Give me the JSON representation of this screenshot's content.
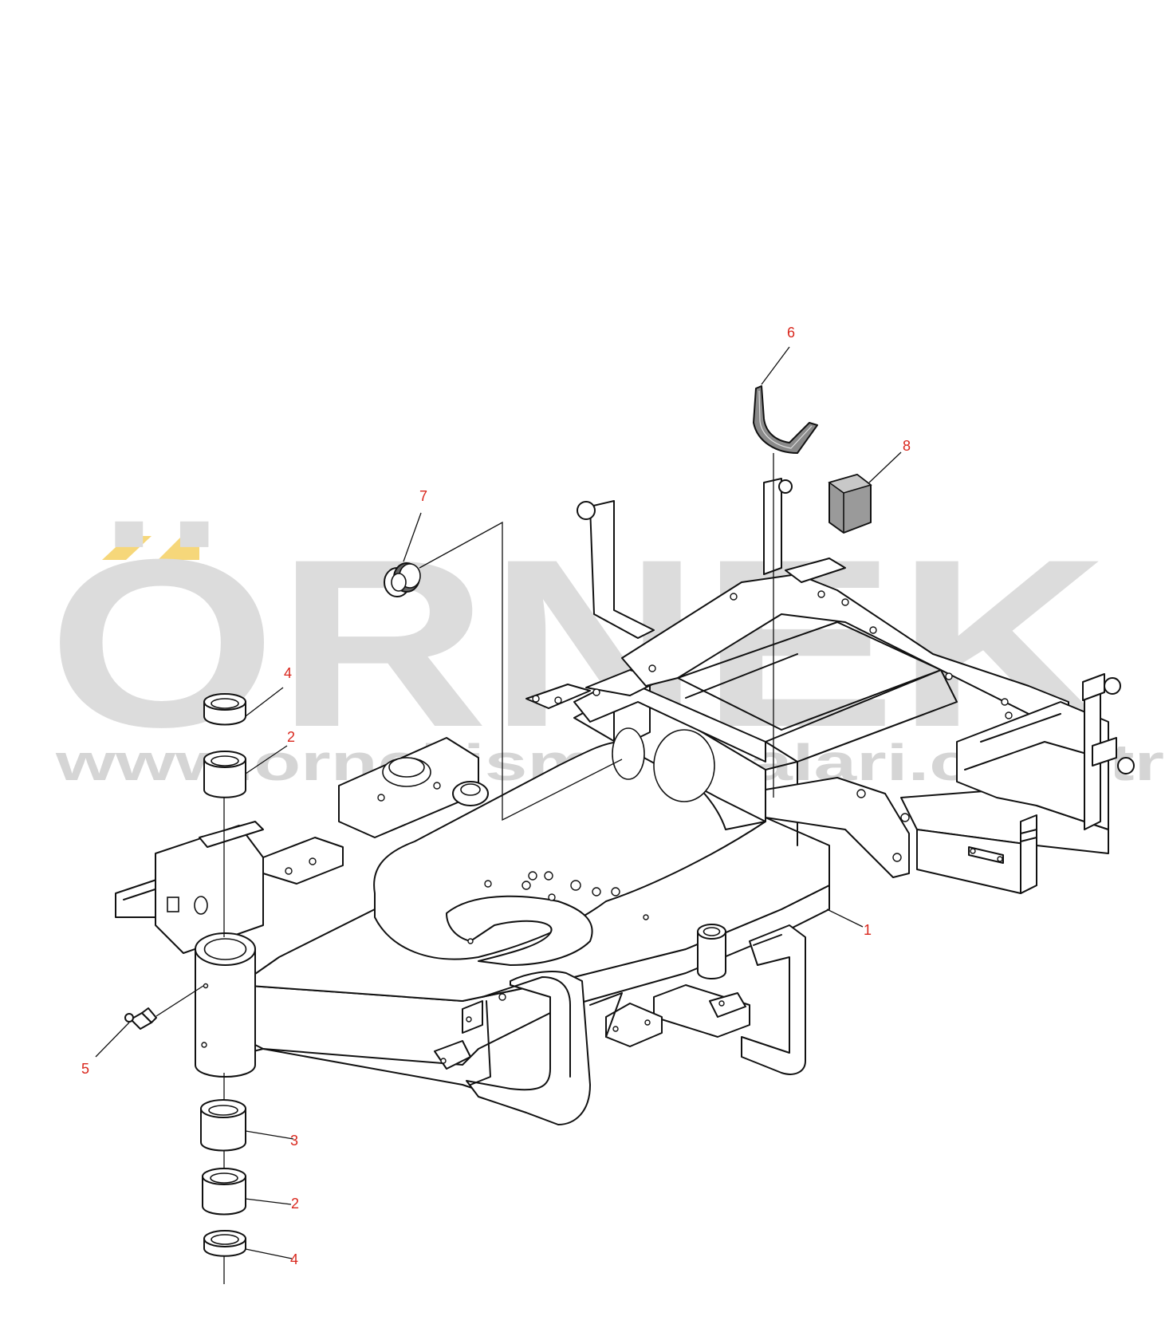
{
  "watermark": {
    "brand": "ÖRNEK",
    "url": "www.ornekismakinalari.com.tr",
    "brand_color": "#dcdcdc",
    "accent_color": "#f6d77a"
  },
  "callouts": [
    {
      "id": "c1",
      "label": "1"
    },
    {
      "id": "c2a",
      "label": "2"
    },
    {
      "id": "c2b",
      "label": "2"
    },
    {
      "id": "c3",
      "label": "3"
    },
    {
      "id": "c4a",
      "label": "4"
    },
    {
      "id": "c4b",
      "label": "4"
    },
    {
      "id": "c5",
      "label": "5"
    },
    {
      "id": "c6",
      "label": "6"
    },
    {
      "id": "c7",
      "label": "7"
    },
    {
      "id": "c8",
      "label": "8"
    }
  ],
  "colors": {
    "callout": "#d9261c",
    "line": "#111111"
  }
}
